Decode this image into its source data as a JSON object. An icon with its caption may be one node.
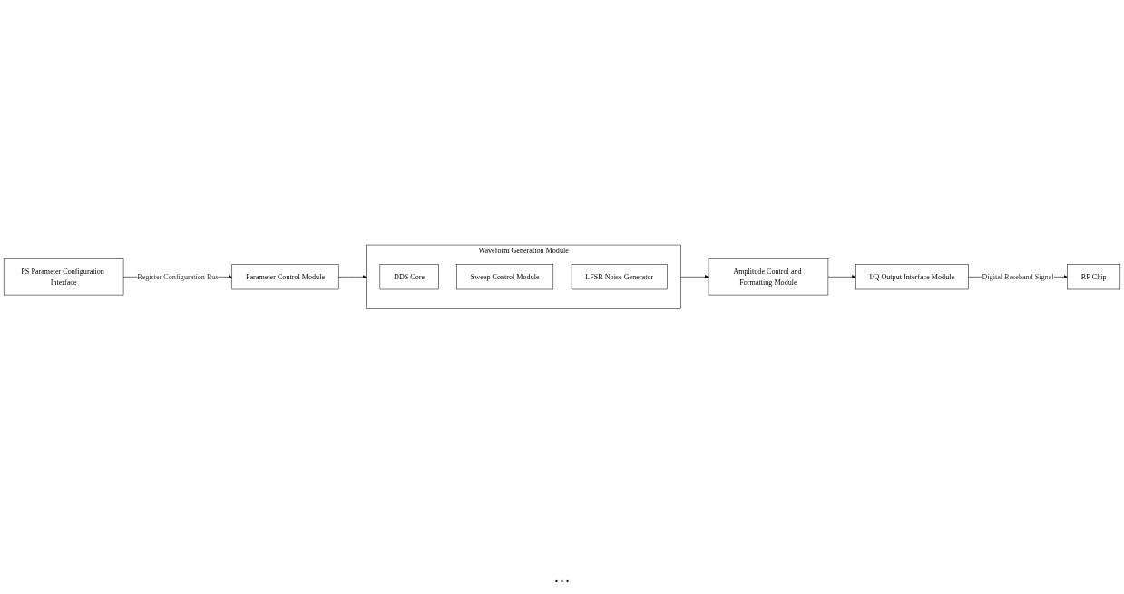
{
  "diagram": {
    "nodes": [
      {
        "text": [
          "PS Parameter Configuration Interface"
        ]
      },
      {
        "text": [
          "Parameter Control Module"
        ]
      },
      {
        "text": [
          "Waveform Generation Module"
        ]
      },
      {
        "text": [
          "DDS Core"
        ],
        "in": 2
      },
      {
        "text": [
          "Sweep Control Module"
        ],
        "in": 2
      },
      {
        "text": [
          "LFSR Noise Generator"
        ],
        "in": 2
      },
      {
        "text": [
          "Amplitude Control and Formatting Module"
        ]
      },
      {
        "text": [
          "I/Q Output Interface Module"
        ]
      },
      {
        "text": [
          "RF Chip"
        ]
      }
    ],
    "edges": [
      {
        "from": 0,
        "to": 1,
        "arrow": "to",
        "label": "Register Configuration Bus"
      },
      {
        "from": 1,
        "to": 2,
        "arrow": "to"
      },
      {
        "from": 2,
        "to": 6,
        "arrow": "to"
      },
      {
        "from": 6,
        "to": 7,
        "arrow": "to"
      },
      {
        "from": 7,
        "to": 8,
        "arrow": "to",
        "label": "Digital Baseband Signal"
      }
    ],
    "labels": [
      "…"
    ]
  }
}
